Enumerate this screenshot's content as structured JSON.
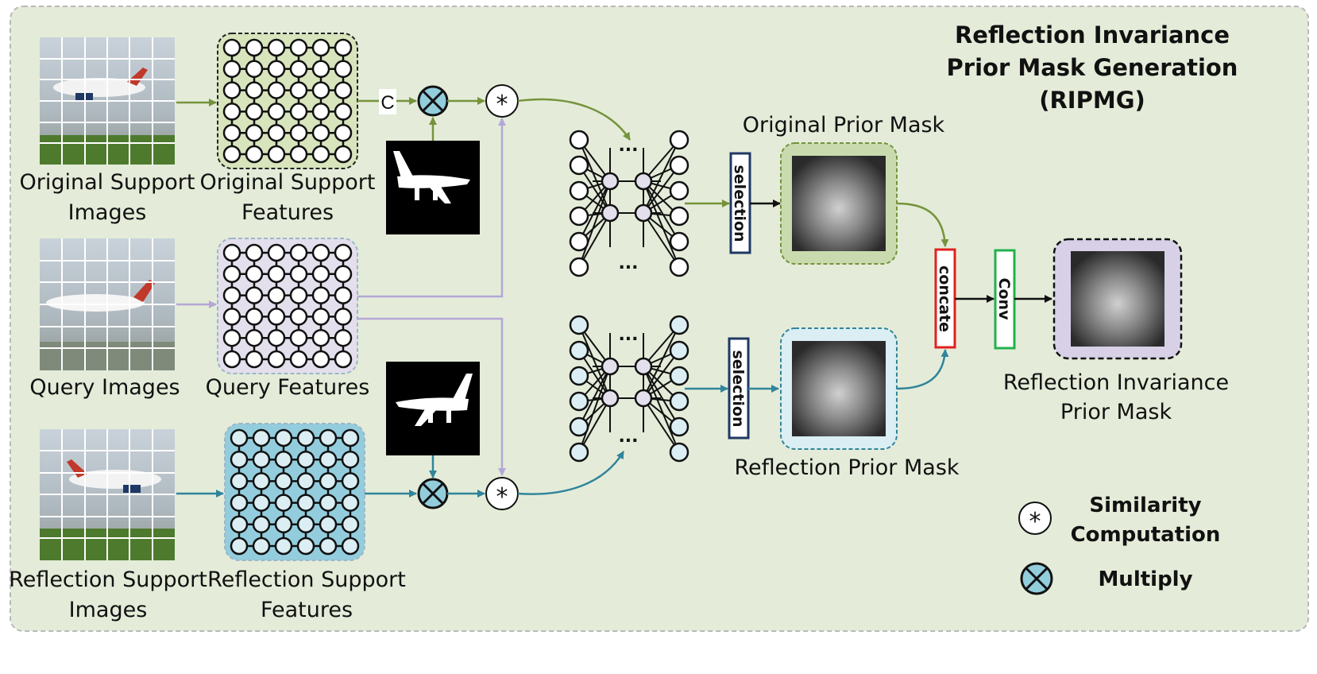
{
  "title": {
    "line1": "Reflection Invariance",
    "line2": "Prior Mask Generation",
    "line3": "(RIPMG)"
  },
  "labels": {
    "orig_support_images_1": "Original Support",
    "orig_support_images_2": "Images",
    "orig_support_features_1": "Original Support",
    "orig_support_features_2": "Features",
    "query_images": "Query Images",
    "query_features": "Query Features",
    "refl_support_images_1": "Reflection Support",
    "refl_support_images_2": "Images",
    "refl_support_features_1": "Reflection Support",
    "refl_support_features_2": "Features",
    "original_prior_mask": "Original Prior Mask",
    "reflection_prior_mask": "Reflection Prior Mask",
    "rip_mask_1": "Reflection Invariance",
    "rip_mask_2": "Prior Mask",
    "ellipsis": "..."
  },
  "ops": {
    "concat_c": "C",
    "selection": "selection",
    "concate": "concate",
    "conv": "Conv",
    "star": "*"
  },
  "legend": {
    "similarity_1": "Similarity",
    "similarity_2": "Computation",
    "multiply": "Multiply"
  },
  "colors": {
    "panel_bg": "#e4ecd9",
    "green": "#76933c",
    "purple": "#b4a7d6",
    "teal": "#31849b",
    "orig_feat_fill": "#d7e4bc",
    "query_feat_fill": "#e4dfec",
    "refl_feat_fill": "#93cddd",
    "refl_node_fill": "#daeef3",
    "multiply_fill": "#92cddc",
    "selection_border": "#1f3864",
    "concate_border": "#e02020",
    "conv_border": "#21b24c"
  }
}
